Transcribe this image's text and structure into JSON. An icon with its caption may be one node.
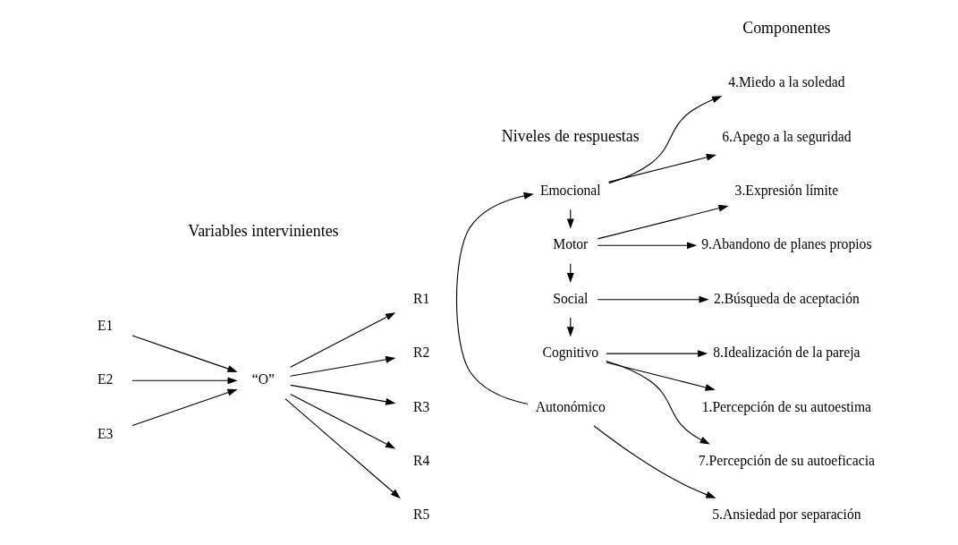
{
  "diagram": {
    "nodes": [
      {
        "text": [
          "E1"
        ]
      },
      {
        "text": [
          "E2"
        ]
      },
      {
        "text": [
          "E3"
        ]
      },
      {
        "text": [
          "“O”"
        ]
      },
      {
        "text": [
          "R1"
        ]
      },
      {
        "text": [
          "R2"
        ]
      },
      {
        "text": [
          "R3"
        ]
      },
      {
        "text": [
          "R4"
        ]
      },
      {
        "text": [
          "R5"
        ]
      },
      {
        "text": [
          "Autonómico"
        ]
      },
      {
        "text": [
          "Emocional"
        ]
      },
      {
        "text": [
          "Motor"
        ]
      },
      {
        "text": [
          "Social"
        ]
      },
      {
        "text": [
          "Cognitivo"
        ]
      },
      {
        "text": [
          "5.Ansiedad por separación"
        ]
      },
      {
        "text": [
          "4.Miedo a la soledad"
        ]
      },
      {
        "text": [
          "6.Apego a la seguridad"
        ]
      },
      {
        "text": [
          "3.Expresión límite"
        ]
      },
      {
        "text": [
          "9.Abandono de planes propios"
        ]
      },
      {
        "text": [
          "2.Búsqueda de aceptación"
        ]
      },
      {
        "text": [
          "1.Percepción de su autoestima"
        ]
      },
      {
        "text": [
          "7.Percepción de su autoeficacia"
        ]
      },
      {
        "text": [
          "8.Idealización de la pareja"
        ]
      }
    ],
    "edges": [
      {
        "from": 0,
        "to": 3,
        "arrow": "to"
      },
      {
        "from": 1,
        "to": 3,
        "arrow": "to"
      },
      {
        "from": 2,
        "to": 3,
        "arrow": "to"
      },
      {
        "from": 3,
        "to": 4,
        "arrow": "to"
      },
      {
        "from": 3,
        "to": 5,
        "arrow": "to"
      },
      {
        "from": 3,
        "to": 6,
        "arrow": "to"
      },
      {
        "from": 3,
        "to": 7,
        "arrow": "to"
      },
      {
        "from": 3,
        "to": 8,
        "arrow": "to"
      },
      {
        "from": 9,
        "to": 10,
        "arrow": "to"
      },
      {
        "from": 10,
        "to": 11,
        "arrow": "to"
      },
      {
        "from": 11,
        "to": 12,
        "arrow": "to"
      },
      {
        "from": 12,
        "to": 13,
        "arrow": "to"
      },
      {
        "from": 9,
        "to": 14,
        "arrow": "to"
      },
      {
        "from": 10,
        "to": 15,
        "arrow": "to"
      },
      {
        "from": 10,
        "to": 16,
        "arrow": "to"
      },
      {
        "from": 11,
        "to": 17,
        "arrow": "to"
      },
      {
        "from": 11,
        "to": 18,
        "arrow": "to"
      },
      {
        "from": 12,
        "to": 19,
        "arrow": "to"
      },
      {
        "from": 13,
        "to": 20,
        "arrow": "to"
      },
      {
        "from": 13,
        "to": 21,
        "arrow": "to"
      },
      {
        "from": 13,
        "to": 22,
        "arrow": "to"
      }
    ],
    "labels": [
      "Variables intervinientes",
      "Niveles de respuestas",
      "Componentes"
    ]
  }
}
